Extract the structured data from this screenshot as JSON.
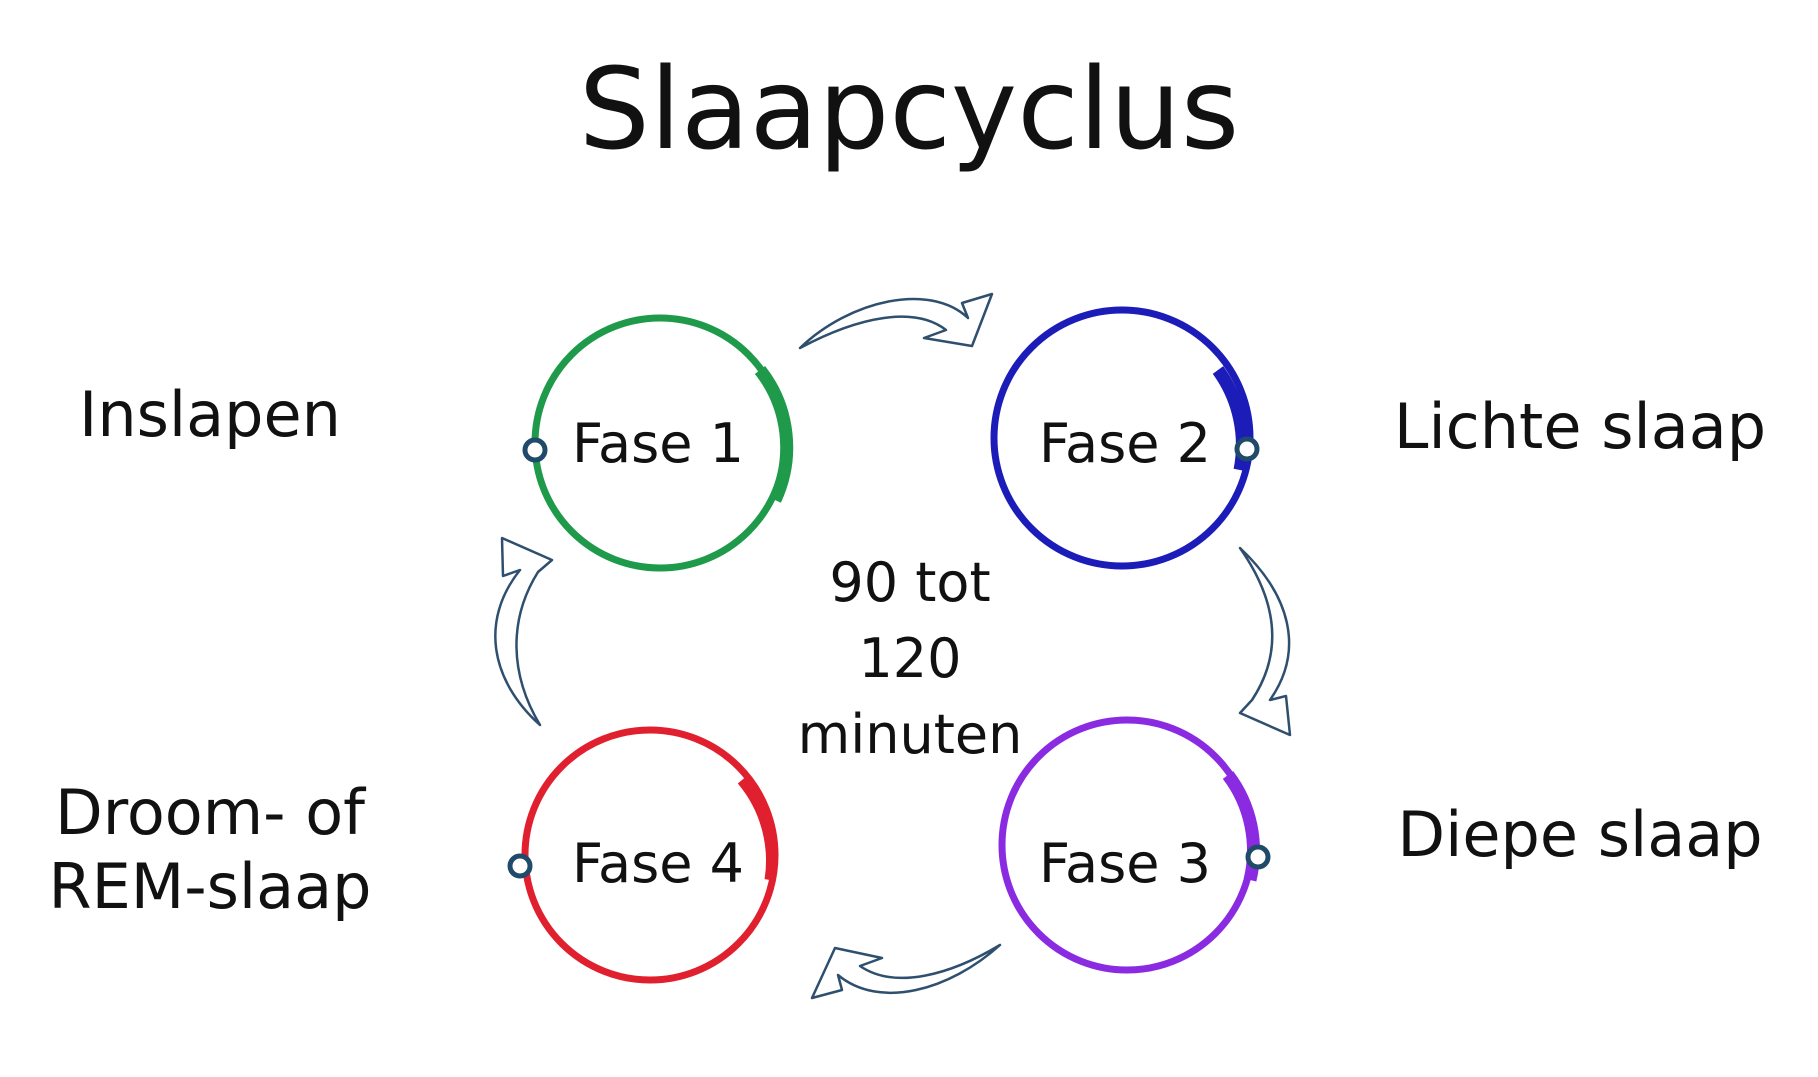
{
  "title": "Slaapcyclus",
  "center": [
    "90 tot",
    "120",
    "minuten"
  ],
  "phases": [
    {
      "label": "Fase 1",
      "description": [
        "Inslapen"
      ],
      "color": "#1e9a4a"
    },
    {
      "label": "Fase 2",
      "description": [
        "Lichte slaap"
      ],
      "color": "#1c1cb8"
    },
    {
      "label": "Fase 3",
      "description": [
        "Diepe slaap"
      ],
      "color": "#8a2be2"
    },
    {
      "label": "Fase 4",
      "description": [
        "Droom- of",
        "REM-slaap"
      ],
      "color": "#e0202e"
    }
  ],
  "colors": {
    "arrow_stroke": "#2f4f6f",
    "arrow_fill": "#ffffff",
    "node_dot": "#1f4a6a"
  }
}
